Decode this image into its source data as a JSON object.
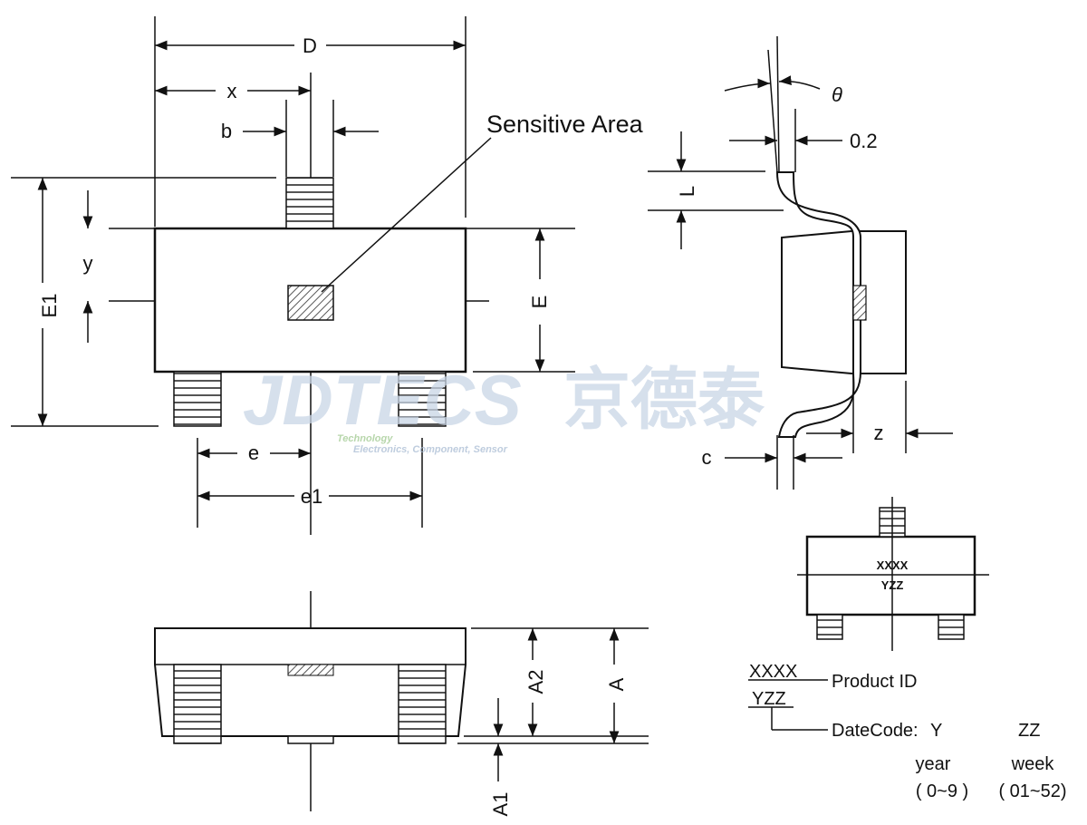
{
  "labels": {
    "D": "D",
    "x": "x",
    "b": "b",
    "sensitive_area": "Sensitive Area",
    "E1": "E1",
    "y": "y",
    "E": "E",
    "e": "e",
    "e1": "e1",
    "theta": "θ",
    "lead_gap": "0.2",
    "L": "L",
    "c": "c",
    "z": "z",
    "A": "A",
    "A1": "A1",
    "A2": "A2"
  },
  "marking": {
    "line1": "XXXX",
    "line2": "YZZ",
    "product_id": "Product ID",
    "datecode": "DateCode:",
    "y_code": "Y",
    "zz_code": "ZZ",
    "year": "year",
    "week": "week",
    "year_range": "( 0~9 )",
    "week_range": "( 01~52)"
  },
  "watermark": {
    "brand": "JDTECS",
    "cn": "京德泰",
    "tag1": "Technology",
    "tag2": "Electronics, Component, Sensor"
  },
  "colors": {
    "line": "#111111",
    "watermark": "#c9d6e6",
    "hatch": "#555555"
  }
}
